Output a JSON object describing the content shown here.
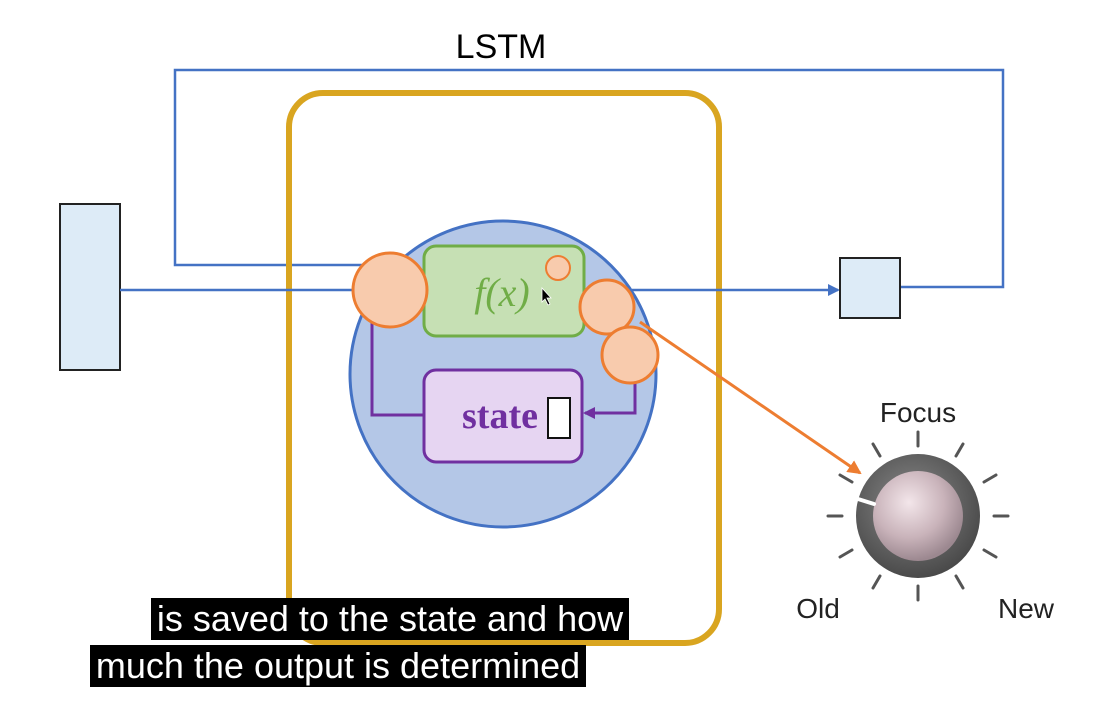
{
  "diagram": {
    "title": "LSTM",
    "function_label": "f(x)",
    "state_label": "state",
    "knob": {
      "top_label": "Focus",
      "left_label": "Old",
      "right_label": "New",
      "setting": "pointing toward Old"
    }
  },
  "caption": {
    "line1": "is saved to the state and how",
    "line2": "much the output is determined"
  },
  "colors": {
    "loop_line": "#4472C4",
    "cell_border": "#D9A520",
    "circle_fill": "#B4C7E7",
    "function_box_fill": "#C6E0B4",
    "function_box_stroke": "#70AD47",
    "state_box_fill": "#E6D5F2",
    "state_box_stroke": "#7030A0",
    "gate_fill": "#F8CBAD",
    "gate_stroke": "#ED7D31",
    "input_output_fill": "#DDEBF7",
    "caption_bg": "#000000",
    "caption_text": "#FFFFFF"
  }
}
